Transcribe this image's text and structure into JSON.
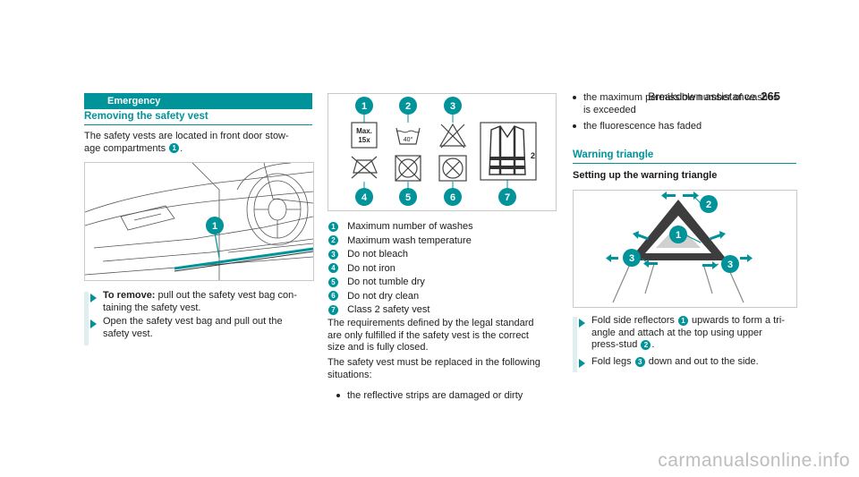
{
  "header": {
    "section": "Breakdown assistance",
    "page_number": "265"
  },
  "left": {
    "band": "Emergency",
    "heading": "Removing the safety vest",
    "intro_line1": "The safety vests are located in front door stow-",
    "intro_line2a": "age compartments",
    "intro_line2b": ".",
    "intro_num": "1",
    "fig_num": "1",
    "step1_bold": "To remove:",
    "step1_line1": " pull out the safety vest bag con-",
    "step1_line2": "taining the safety vest.",
    "step2_line1": "Open the safety vest bag and pull out the",
    "step2_line2": "safety vest."
  },
  "middle": {
    "symbols": {
      "c1": "1",
      "c2": "2",
      "c3": "3",
      "c4": "4",
      "c5": "5",
      "c6": "6",
      "c7": "7",
      "max_line1": "Max.",
      "max_line2": "15x",
      "temp": "40°",
      "class_num": "2"
    },
    "legend": [
      {
        "n": "1",
        "text": "Maximum number of washes"
      },
      {
        "n": "2",
        "text": "Maximum wash temperature"
      },
      {
        "n": "3",
        "text": "Do not bleach"
      },
      {
        "n": "4",
        "text": "Do not iron"
      },
      {
        "n": "5",
        "text": "Do not tumble dry"
      },
      {
        "n": "6",
        "text": "Do not dry clean"
      },
      {
        "n": "7",
        "text": "Class 2 safety vest"
      }
    ],
    "para1_l1": "The requirements defined by the legal standard",
    "para1_l2": "are only fulfilled if the safety vest is the correct",
    "para1_l3": "size and is fully closed.",
    "para2_l1": "The safety vest must be replaced in the following",
    "para2_l2": "situations:",
    "bullet1": "the reflective strips are damaged or dirty"
  },
  "right": {
    "bullet2_l1": "the maximum permissible number of washes",
    "bullet2_l2": "is exceeded",
    "bullet3": "the fluorescence has faded",
    "heading": "Warning triangle",
    "subheading": "Setting up the warning triangle",
    "fig": {
      "c1": "1",
      "c2": "2",
      "c3a": "3",
      "c3b": "3"
    },
    "step1_l1a": "Fold side reflectors",
    "step1_n1": "1",
    "step1_l1b": " upwards to form a tri-",
    "step1_l2": "angle and attach at the top using upper",
    "step1_l3a": "press-stud",
    "step1_n2": "2",
    "step1_l3b": ".",
    "step2_a": "Fold legs",
    "step2_n": "3",
    "step2_b": " down and out to the side."
  },
  "watermark": "carmanualsonline.info",
  "colors": {
    "accent": "#00939a",
    "step_bar": "#dfeff0"
  }
}
